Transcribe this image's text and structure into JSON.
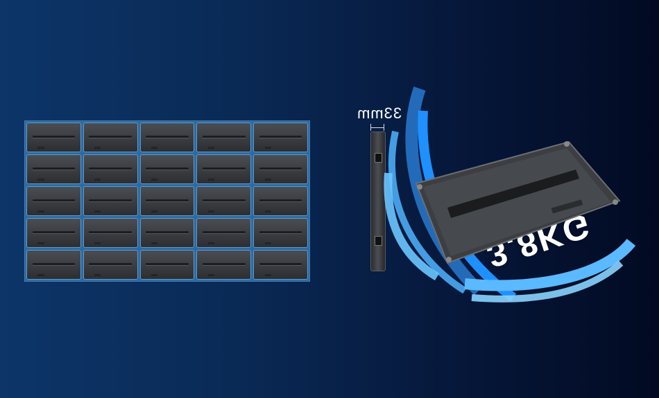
{
  "product": {
    "thickness_label": "33mm",
    "weight_label": "3.8KG",
    "accent_color": "#1e7fe0",
    "panel_color": "#3c3e42"
  },
  "wall": {
    "rows": 5,
    "columns": 5
  }
}
